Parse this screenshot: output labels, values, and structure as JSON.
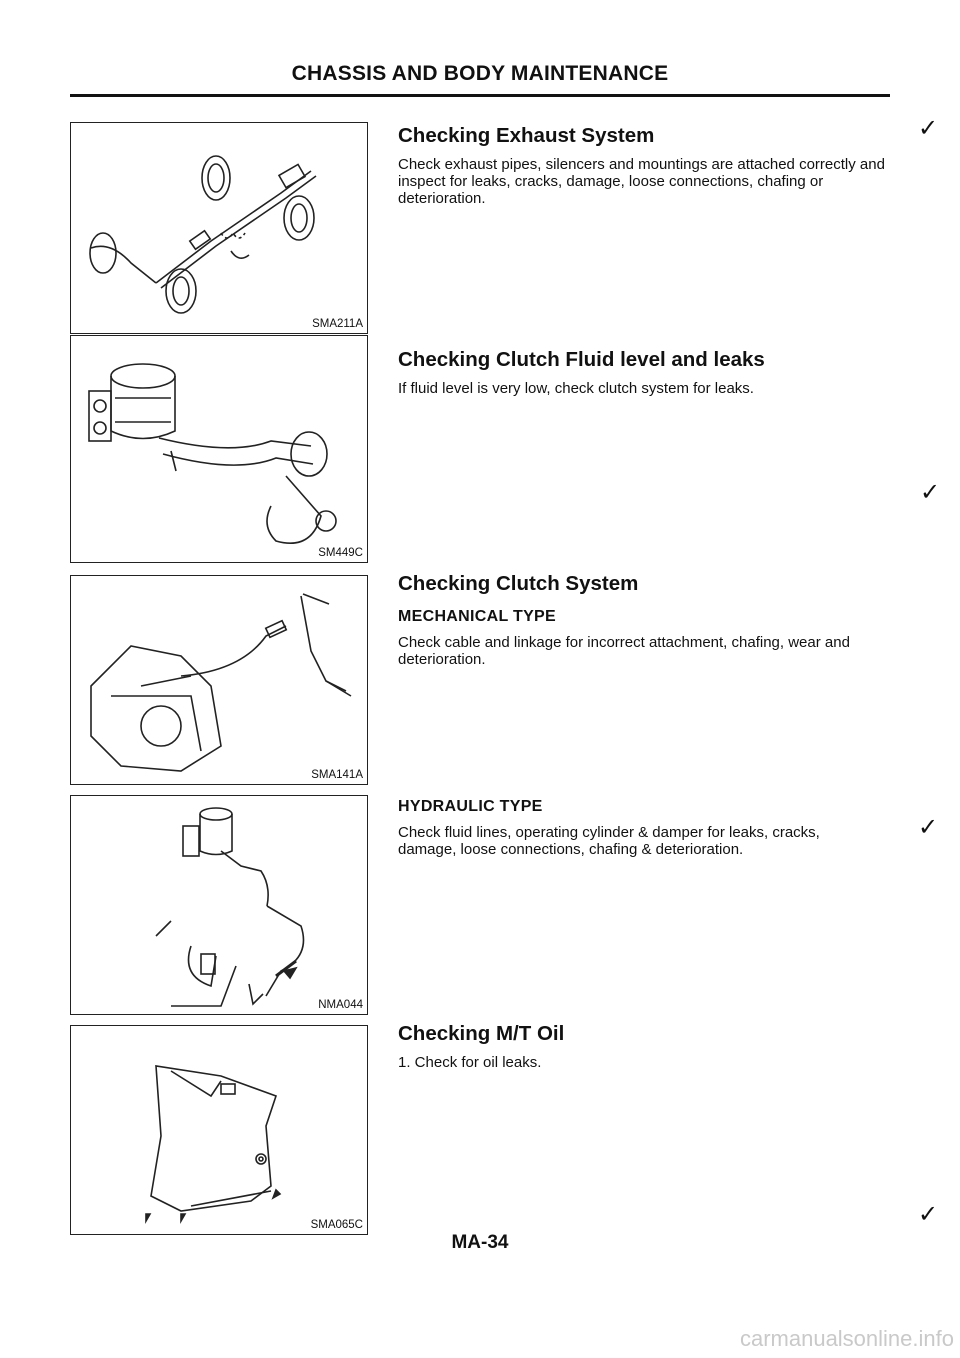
{
  "header": {
    "title": "CHASSIS AND BODY MAINTENANCE"
  },
  "figures": [
    {
      "code": "SMA211A"
    },
    {
      "code": "SM449C"
    },
    {
      "code": "SMA141A"
    },
    {
      "code": "NMA044"
    },
    {
      "code": "SMA065C"
    }
  ],
  "sections": {
    "exhaust": {
      "title": "Checking Exhaust System",
      "body": "Check exhaust pipes, silencers and mountings are attached correctly and inspect for leaks, cracks, damage, loose connections, chafing or deterioration."
    },
    "clutch_fluid": {
      "title": "Checking Clutch Fluid level and leaks",
      "body": "If fluid level is very low, check clutch system for leaks."
    },
    "clutch_system": {
      "title": "Checking Clutch System",
      "mech_title": "MECHANICAL TYPE",
      "mech_body": "Check cable and linkage for incorrect attachment, chafing, wear and deterioration.",
      "hyd_title": "HYDRAULIC TYPE",
      "hyd_body": "Check fluid lines, operating cylinder & damper for leaks, cracks, damage, loose connections, chafing & deterioration."
    },
    "mt_oil": {
      "title": "Checking M/T Oil",
      "step1": "1.  Check for oil leaks."
    }
  },
  "marks": {
    "tick": "✓"
  },
  "footer": {
    "page": "MA-34"
  },
  "watermark": "carmanualsonline.info"
}
